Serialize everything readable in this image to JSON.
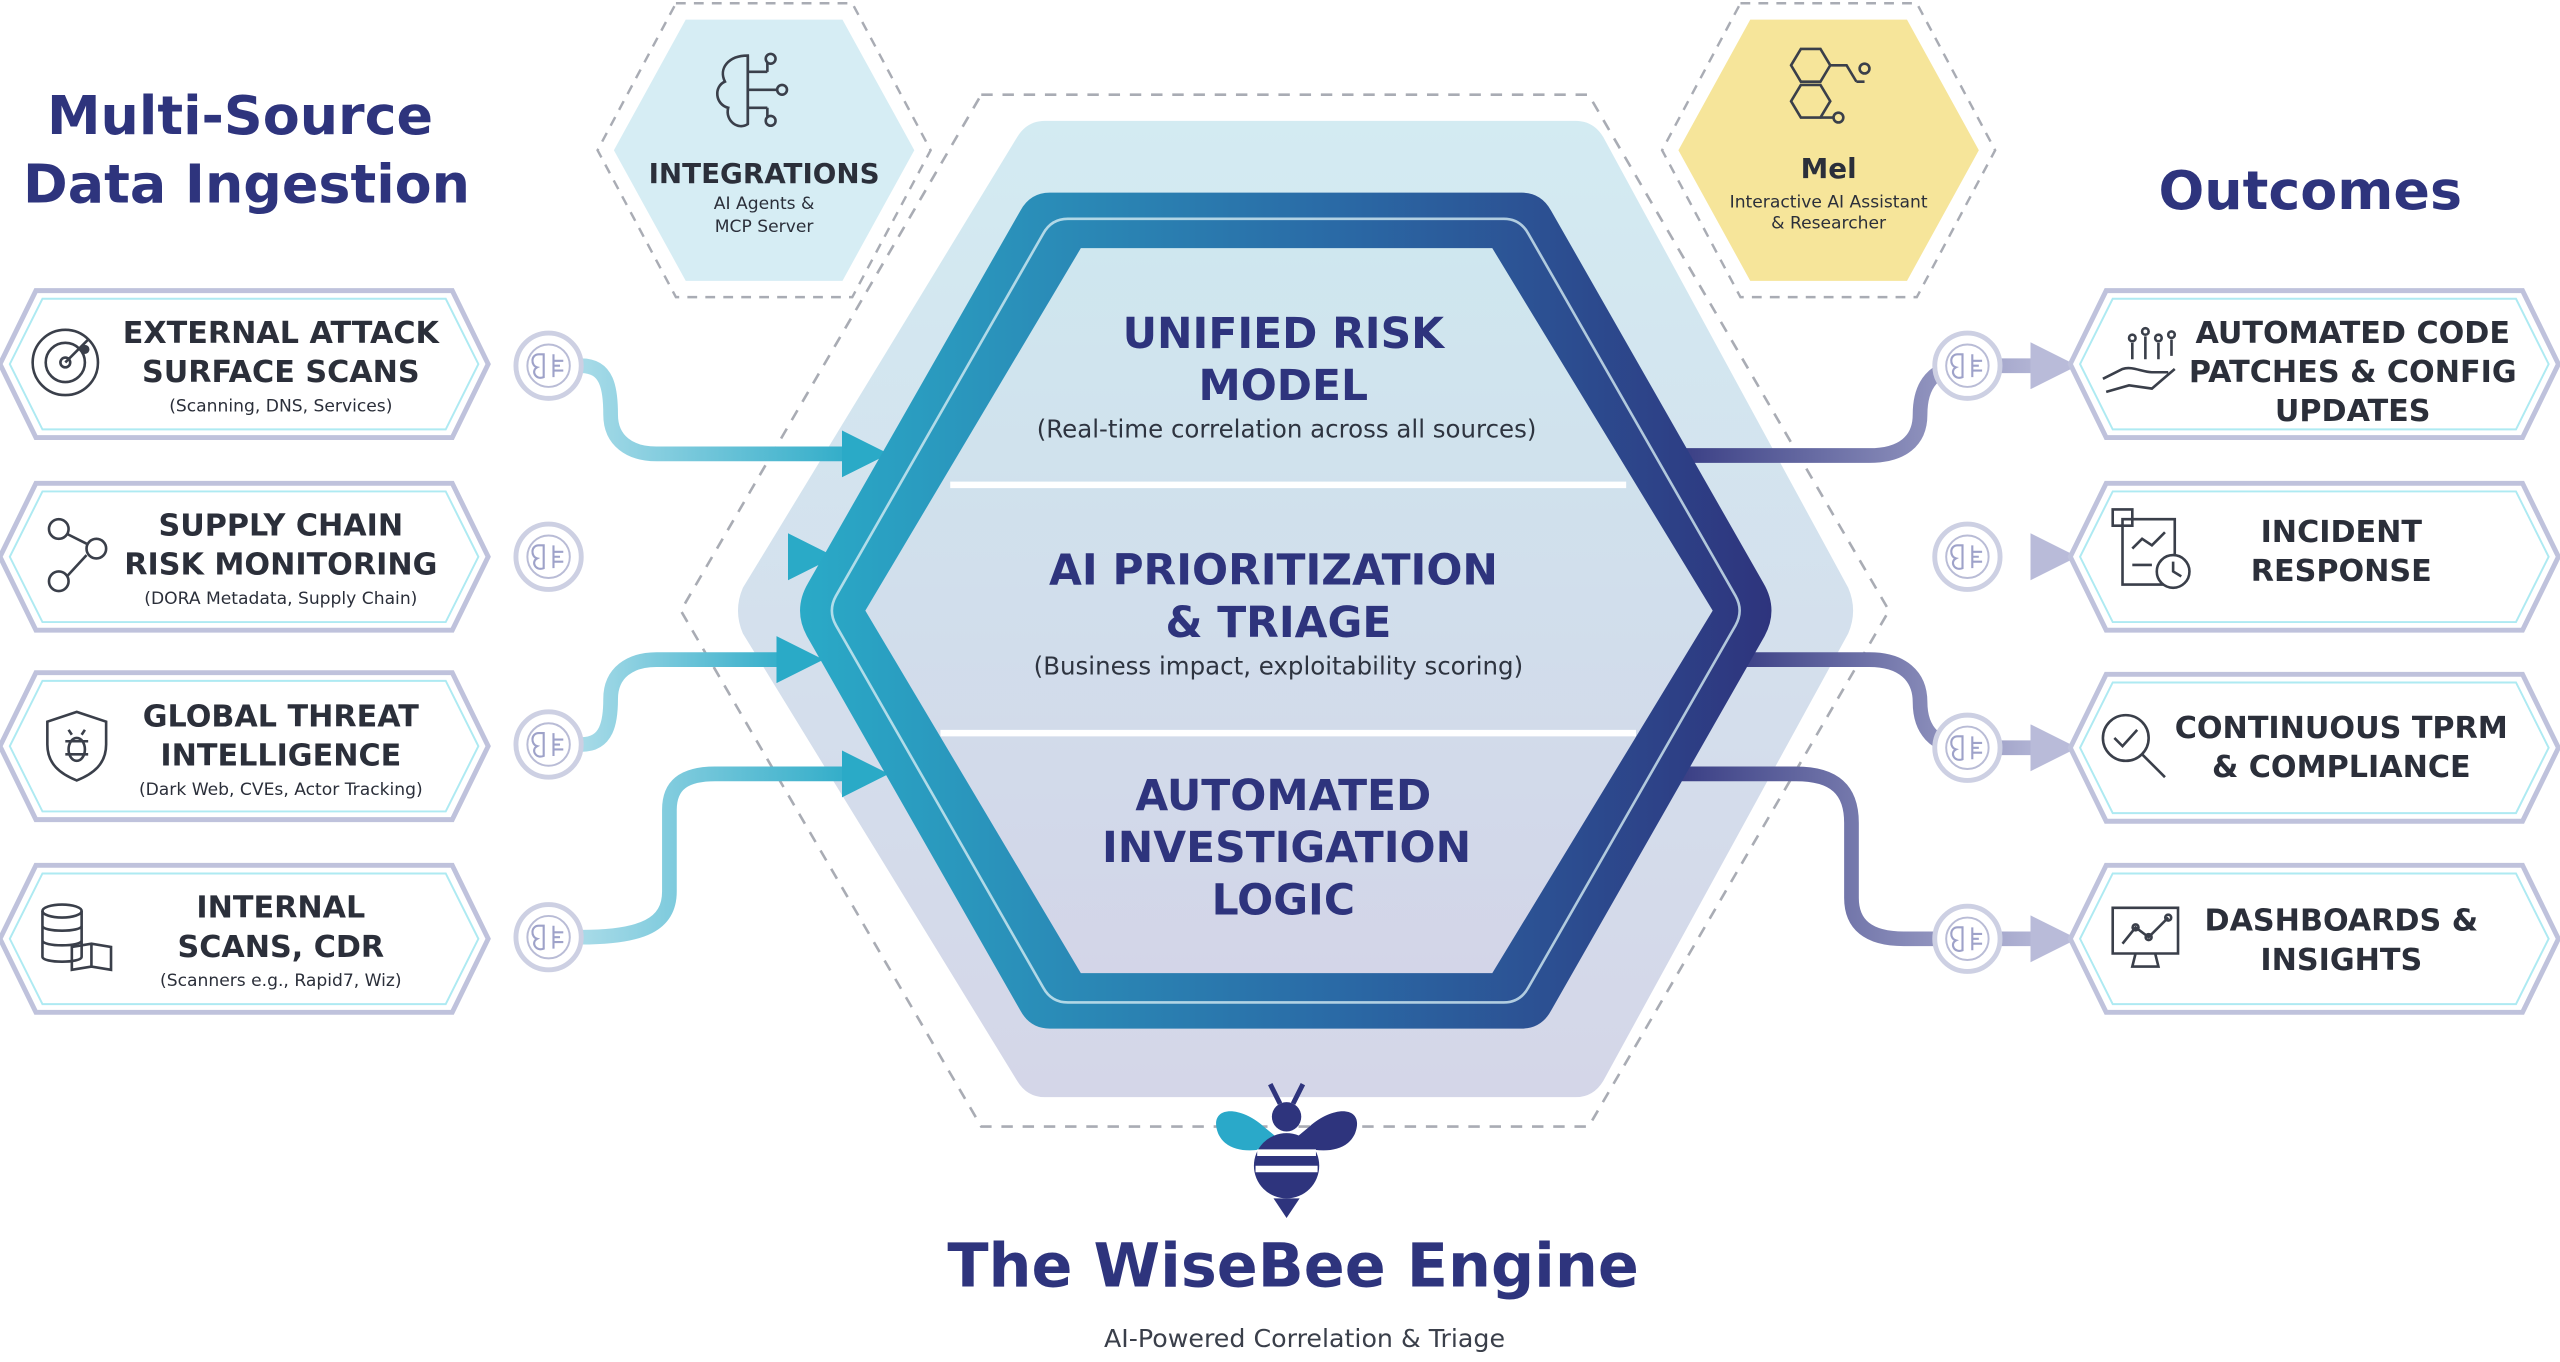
{
  "left_title": [
    "Multi-Source",
    "Data Ingestion"
  ],
  "right_title": "Outcomes",
  "integrations": {
    "title": "INTEGRATIONS",
    "subtitle": [
      "AI Agents &",
      "MCP Server"
    ],
    "icon": "brain-circuit-icon"
  },
  "mel": {
    "title": "Mel",
    "subtitle": [
      "Interactive AI Assistant",
      "& Researcher"
    ],
    "icon": "molecule-hexagons-icon"
  },
  "sources": [
    {
      "title": [
        "EXTERNAL ATTACK",
        "SURFACE SCANS"
      ],
      "subtitle": "(Scanning, DNS, Services)",
      "icon": "radar-icon"
    },
    {
      "title": [
        "SUPPLY CHAIN",
        "RISK MONITORING"
      ],
      "subtitle": "(DORA Metadata, Supply Chain)",
      "icon": "network-people-icon"
    },
    {
      "title": [
        "GLOBAL THREAT",
        "INTELLIGENCE"
      ],
      "subtitle": "(Dark Web, CVEs, Actor Tracking)",
      "icon": "shield-bug-icon"
    },
    {
      "title": [
        "INTERNAL",
        "SCANS, CDR"
      ],
      "subtitle": "(Scanners e.g., Rapid7, Wiz)",
      "icon": "database-book-icon"
    }
  ],
  "engine_layers": [
    {
      "title": [
        "UNIFIED RISK",
        "MODEL"
      ],
      "subtitle": "(Real-time correlation across all sources)"
    },
    {
      "title": [
        "AI PRIORITIZATION",
        "& TRIAGE"
      ],
      "subtitle": "(Business impact, exploitability scoring)"
    },
    {
      "title": [
        "AUTOMATED",
        "INVESTIGATION",
        "LOGIC"
      ],
      "subtitle": ""
    }
  ],
  "outcomes": [
    {
      "title": [
        "AUTOMATED CODE",
        "PATCHES & CONFIG",
        "UPDATES"
      ],
      "icon": "hand-circuit-icon"
    },
    {
      "title": [
        "INCIDENT",
        "RESPONSE"
      ],
      "icon": "clipboard-clock-icon"
    },
    {
      "title": [
        "CONTINUOUS TPRM",
        "& COMPLIANCE"
      ],
      "icon": "magnifier-check-icon"
    },
    {
      "title": [
        "DASHBOARDS &",
        "INSIGHTS"
      ],
      "icon": "monitor-chart-icon"
    }
  ],
  "engine_name": "The WiseBee Engine",
  "engine_tagline": "AI-Powered Correlation & Triage",
  "brand_icon": "bee-icon",
  "colors": {
    "navy": "#2e347d",
    "teal": "#2aa9c9",
    "light_teal": "#8fd3e3",
    "lavender": "#9ea2c9",
    "yellow": "#f6e59a",
    "hex_fill": "#d4ecf3"
  }
}
